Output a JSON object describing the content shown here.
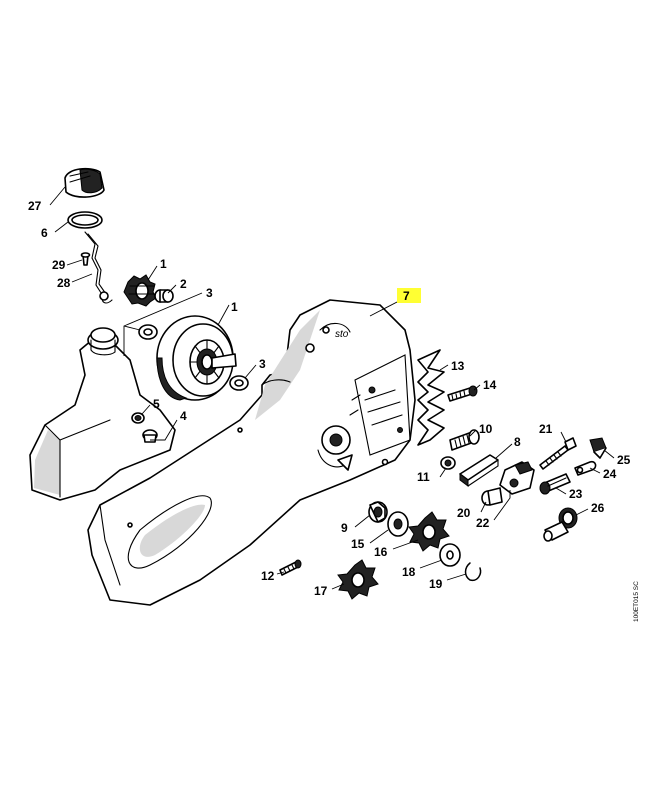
{
  "callouts": {
    "c27": "27",
    "c6": "6",
    "c29": "29",
    "c28": "28",
    "c1a": "1",
    "c2": "2",
    "c3a": "3",
    "c1b": "1",
    "c3b": "3",
    "c5": "5",
    "c4": "4",
    "c7": "7",
    "c13": "13",
    "c14": "14",
    "c10": "10",
    "c8": "8",
    "c11": "11",
    "c21": "21",
    "c25": "25",
    "c24": "24",
    "c23": "23",
    "c26": "26",
    "c20": "20",
    "c22": "22",
    "c9": "9",
    "c15": "15",
    "c16": "16",
    "c18": "18",
    "c19": "19",
    "c12": "12",
    "c17": "17"
  },
  "highlight": {
    "target": "7",
    "color": "#ffff33"
  },
  "drawing_code": "100ET015 SC"
}
